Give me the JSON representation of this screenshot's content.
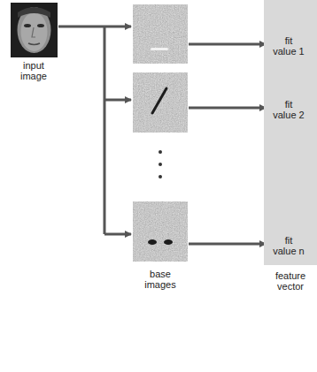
{
  "diagram": {
    "nodes": [
      {
        "text": [
          "input image"
        ]
      },
      {
        "text": [
          "feature vector"
        ]
      },
      {
        "text": [
          "fit value 1"
        ],
        "in": 1
      },
      {
        "text": [
          "fit value 2"
        ],
        "in": 1
      },
      {
        "text": [
          "fit value n"
        ],
        "in": 1
      }
    ],
    "labels": [
      "base images"
    ]
  }
}
